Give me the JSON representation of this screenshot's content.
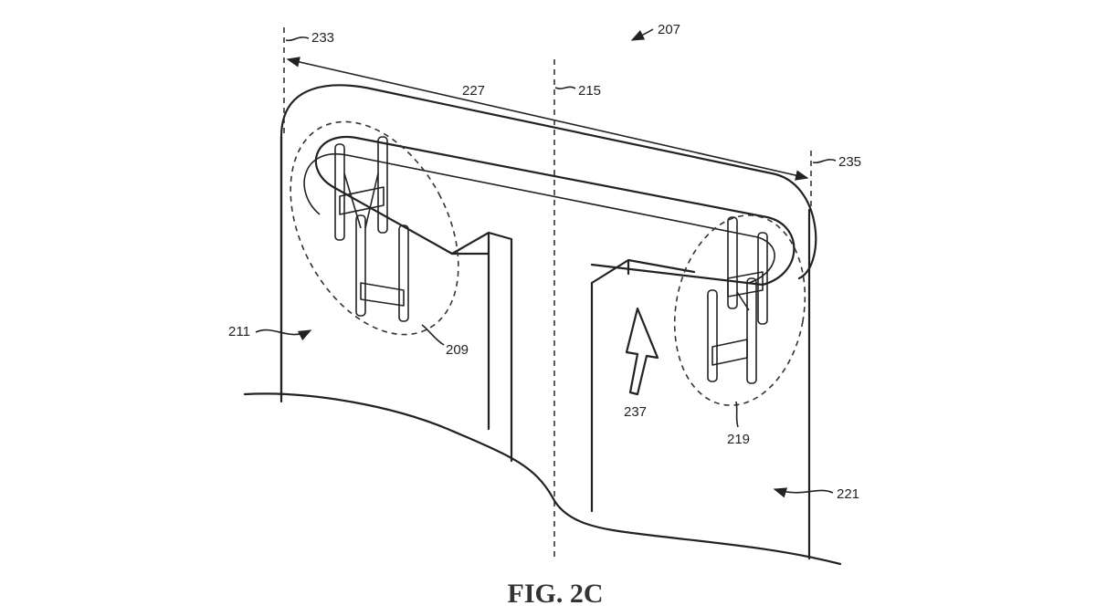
{
  "figure": {
    "caption": "FIG. 2C",
    "labels": {
      "l207": "207",
      "l233": "233",
      "l227": "227",
      "l215": "215",
      "l235": "235",
      "l211": "211",
      "l209": "209",
      "l237": "237",
      "l219": "219",
      "l221": "221"
    }
  }
}
